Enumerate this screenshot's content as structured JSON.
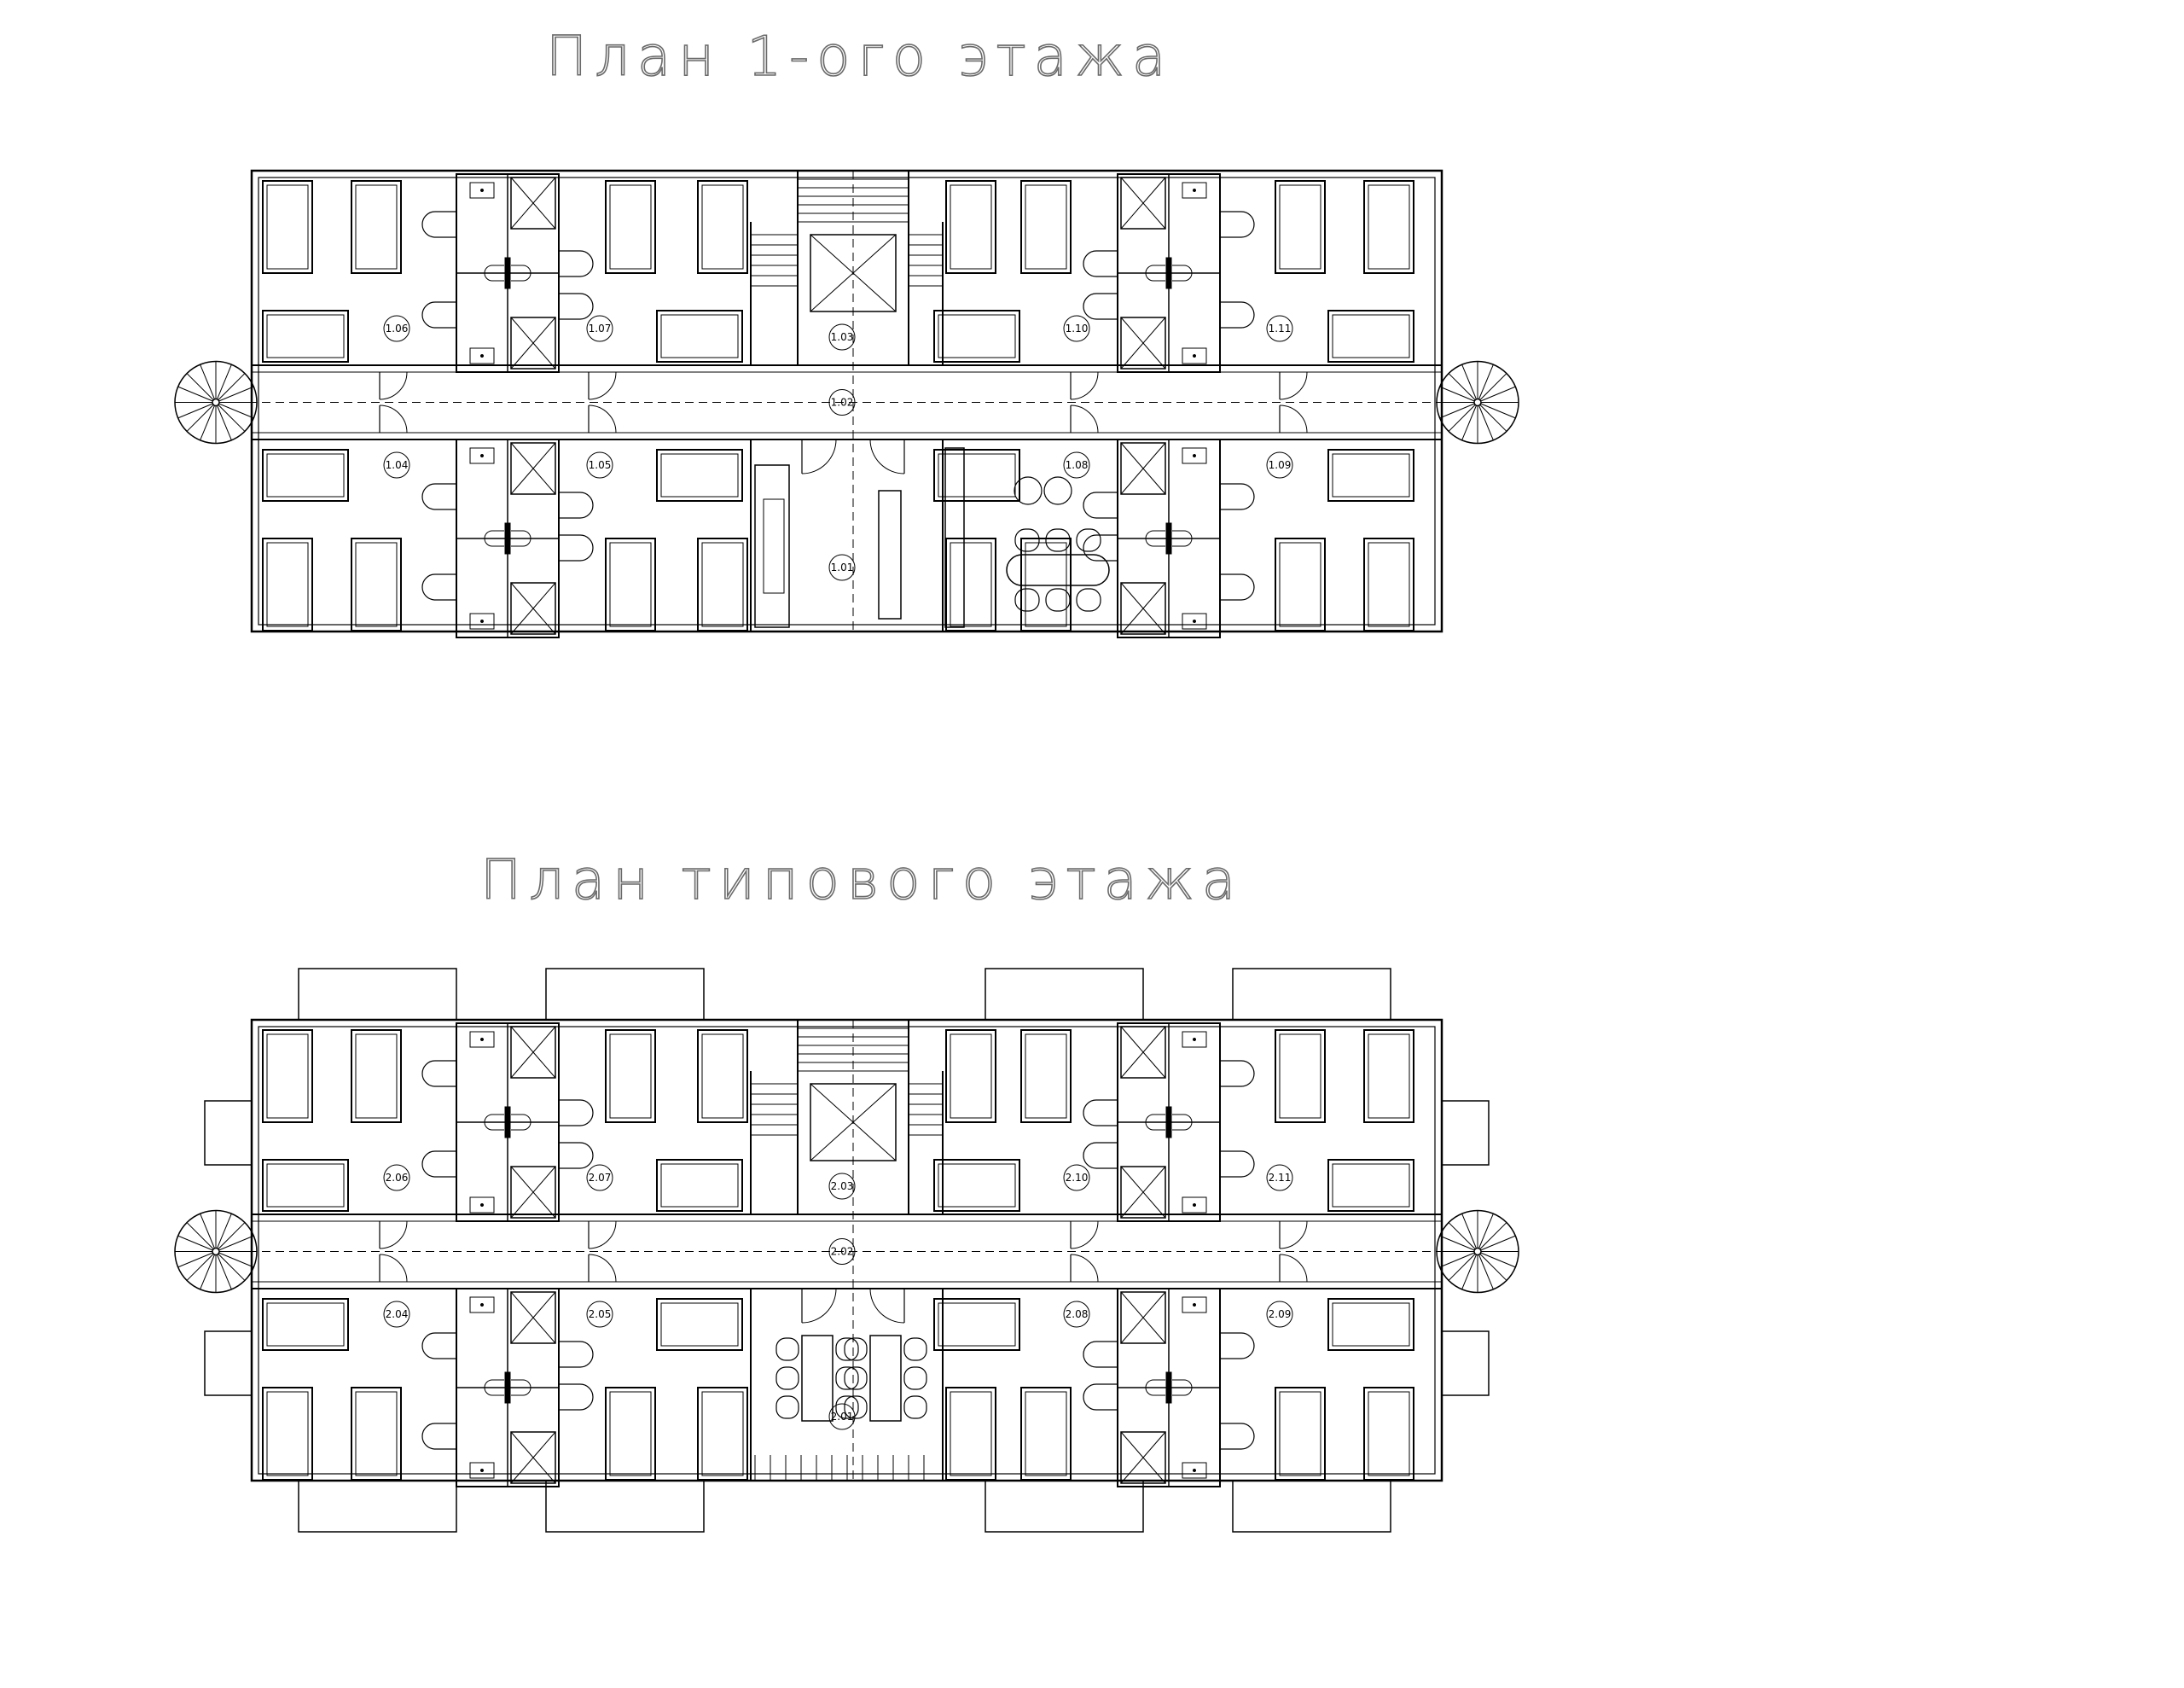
{
  "titles": {
    "ground": "План 1-ого этажа",
    "typical": "План типового этажа"
  },
  "plans": [
    {
      "id": "ground",
      "rooms": [
        "1.06",
        "1.07",
        "1.03",
        "1.10",
        "1.11",
        "1.02",
        "1.04",
        "1.05",
        "1.08",
        "1.09",
        "1.01"
      ]
    },
    {
      "id": "typical",
      "rooms": [
        "2.06",
        "2.07",
        "2.03",
        "2.10",
        "2.11",
        "2.02",
        "2.04",
        "2.05",
        "2.08",
        "2.09",
        "2.01"
      ]
    }
  ],
  "colors": {
    "line": "#000000",
    "title": "#6a6a6a",
    "background": "#ffffff"
  }
}
